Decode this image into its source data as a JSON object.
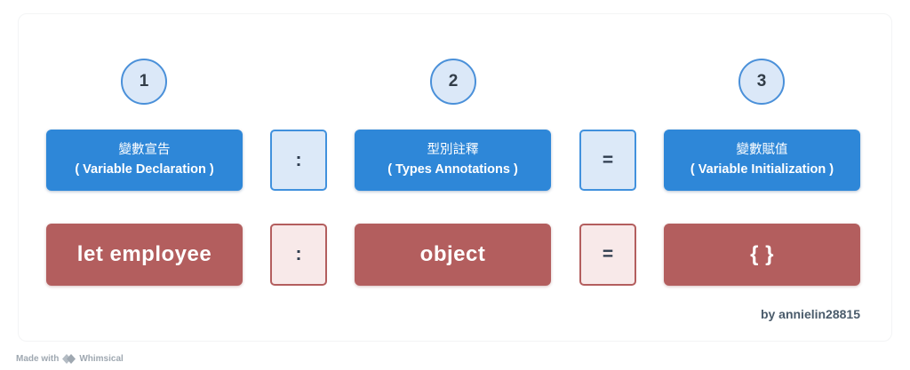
{
  "diagram": {
    "steps": [
      {
        "number": "1",
        "label_zh": "變數宣告",
        "label_en": "( Variable Declaration )",
        "example": "let employee"
      },
      {
        "number": "2",
        "label_zh": "型別註釋",
        "label_en": "( Types Annotations )",
        "example": "object"
      },
      {
        "number": "3",
        "label_zh": "變數賦值",
        "label_en": "( Variable Initialization )",
        "example": "{ }"
      }
    ],
    "operators": [
      {
        "symbol": ":"
      },
      {
        "symbol": "="
      }
    ],
    "credit": "by annielin28815"
  },
  "footer": {
    "made_with": "Made with",
    "brand": "Whimsical",
    "logo_icon": "whimsical-diamond-icon"
  },
  "colors": {
    "step_box_blue": "#2e87d8",
    "operator_blue_fill": "#dce9f8",
    "operator_blue_border": "#4191dd",
    "example_box_red": "#b35e5e",
    "operator_red_fill": "#f8e9e9",
    "operator_red_border": "#b35e5e",
    "circle_fill": "#dbe8f8",
    "circle_border": "#4a90d9",
    "symbol_text": "#2e3c4e",
    "credit_text": "#4a5b6b",
    "watermark_text": "#9fa8b1"
  }
}
